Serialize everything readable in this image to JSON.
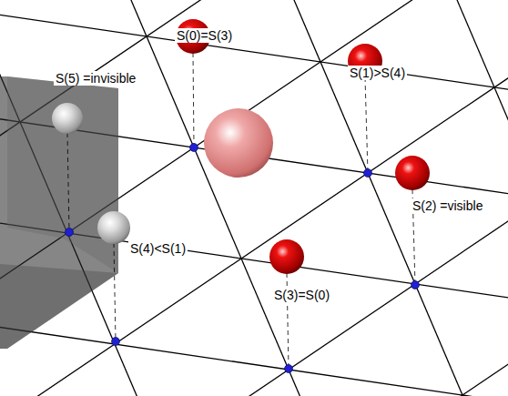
{
  "diagram": {
    "labels": [
      "S(0)=S(3)",
      "S(1)>S(4)",
      "S(5) =invisible",
      "S(2) =visible",
      "S(4)<S(1)",
      "S(3)=S(0)"
    ]
  }
}
